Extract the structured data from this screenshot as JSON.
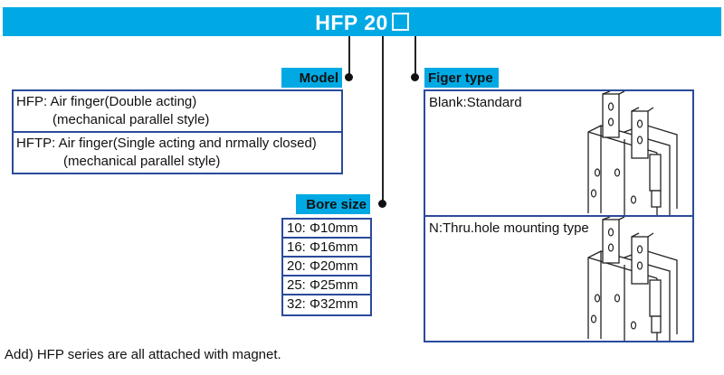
{
  "header": {
    "title": "HFP 20",
    "placeholder_box": "□"
  },
  "model": {
    "label": "Model",
    "items": [
      {
        "line1": "HFP: Air finger(Double acting)",
        "line2": "(mechanical parallel style)"
      },
      {
        "line1": "HFTP: Air finger(Single acting and nrmally closed)",
        "line2": "(mechanical parallel style)"
      }
    ]
  },
  "bore": {
    "label": "Bore size",
    "rows": [
      "10:  Φ10mm",
      "16:  Φ16mm",
      "20:  Φ20mm",
      "25:  Φ25mm",
      "32:  Φ32mm"
    ]
  },
  "finger": {
    "label": "Figer type",
    "items": [
      "Blank:Standard",
      "N:Thru.hole mounting type"
    ]
  },
  "footer": "Add) HFP series are all attached with magnet.",
  "colors": {
    "accent": "#00a9e3",
    "border": "#2b4a9a"
  }
}
